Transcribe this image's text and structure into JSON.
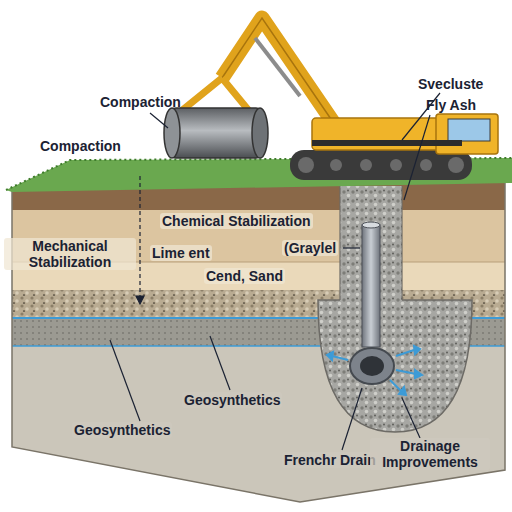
{
  "diagram": {
    "labels": [
      "Compaction",
      "Compaction",
      "Svecluste",
      "Fly Ash",
      "Chemical Stabilization",
      "Mechanical Stabilization",
      "Lime ent",
      "Cend, Sand",
      "(Graylel",
      "Geosynthetics",
      "Geosynthetics",
      "Frenchr Drain",
      "Drainage Improvements"
    ]
  }
}
